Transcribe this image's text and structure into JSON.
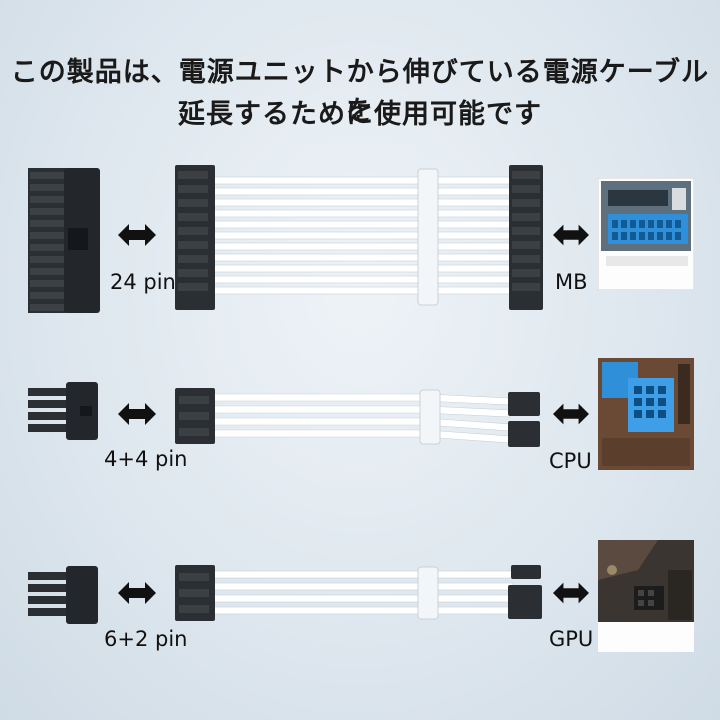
{
  "title": {
    "line1": "この製品は、電源ユニットから伸びている電源ケーブルを",
    "line2": "延長するために使用可能です"
  },
  "rows": [
    {
      "left_label": "24 pin",
      "right_label": "MB",
      "pins": 12
    },
    {
      "left_label": "4+4 pin",
      "right_label": "CPU",
      "pins": 4
    },
    {
      "left_label": "6+2 pin",
      "right_label": "GPU",
      "pins": 4
    }
  ],
  "colors": {
    "connector": "#2b2f33",
    "cable": "#ffffff",
    "board_blue": "#2f8fd8",
    "board_brown": "#6b4a35"
  }
}
